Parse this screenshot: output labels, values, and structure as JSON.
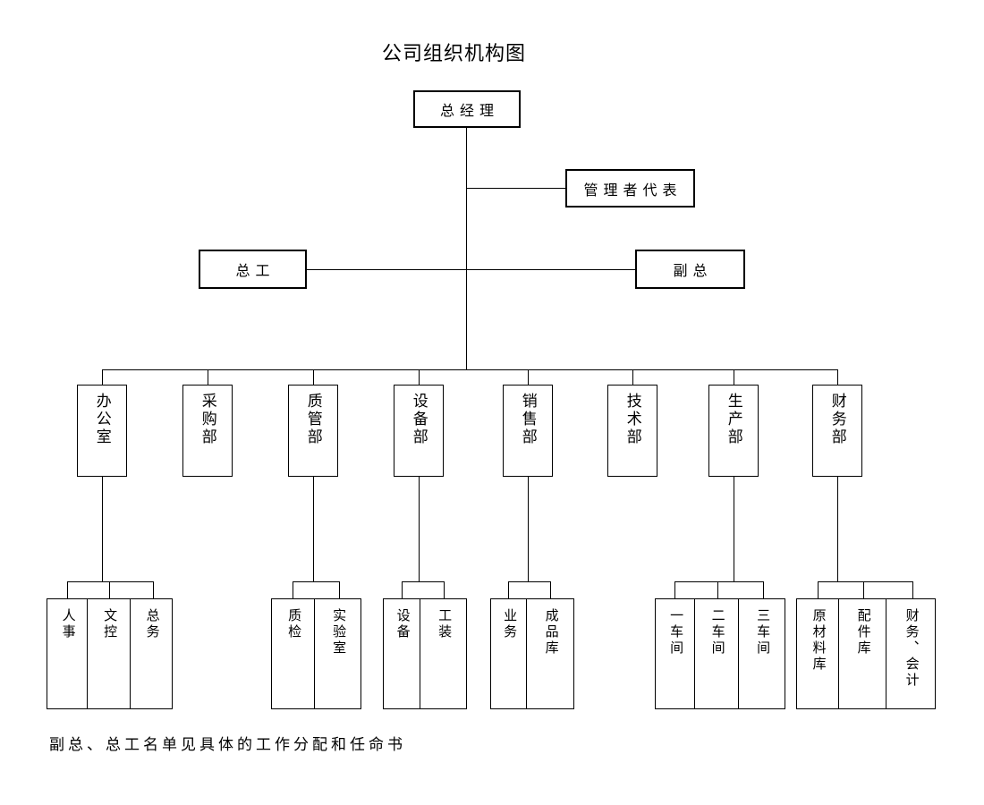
{
  "title": "公司组织机构图",
  "note": "副总、总工名单见具体的工作分配和任命书",
  "nodes": {
    "general_manager": "总经理",
    "management_rep": "管理者代表",
    "chief_engineer": "总工",
    "deputy_gm": "副总"
  },
  "departments": [
    {
      "label": "办公室",
      "children": [
        "人事",
        "文控",
        "总务"
      ]
    },
    {
      "label": "采购部",
      "children": []
    },
    {
      "label": "质管部",
      "children": [
        "质检",
        "实验室"
      ]
    },
    {
      "label": "设备部",
      "children": [
        "设备",
        "工装"
      ]
    },
    {
      "label": "销售部",
      "children": [
        "业务",
        "成品库"
      ]
    },
    {
      "label": "技术部",
      "children": []
    },
    {
      "label": "生产部",
      "children": [
        "一车间",
        "二车间",
        "三车间"
      ]
    },
    {
      "label": "财务部",
      "children": [
        "原材料库",
        "配件库",
        "财务、会计"
      ]
    }
  ],
  "colors": {
    "background": "#ffffff",
    "line": "#000000",
    "text": "#000000"
  }
}
